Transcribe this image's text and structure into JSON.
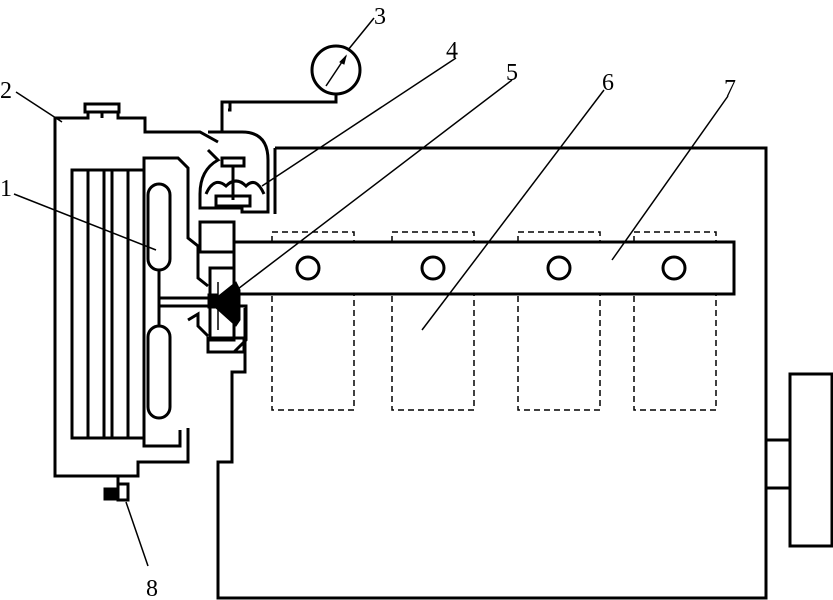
{
  "diagram": {
    "labels": {
      "l1": "1",
      "l2": "2",
      "l3": "3",
      "l4": "4",
      "l5": "5",
      "l6": "6",
      "l7": "7",
      "l8": "8"
    }
  }
}
